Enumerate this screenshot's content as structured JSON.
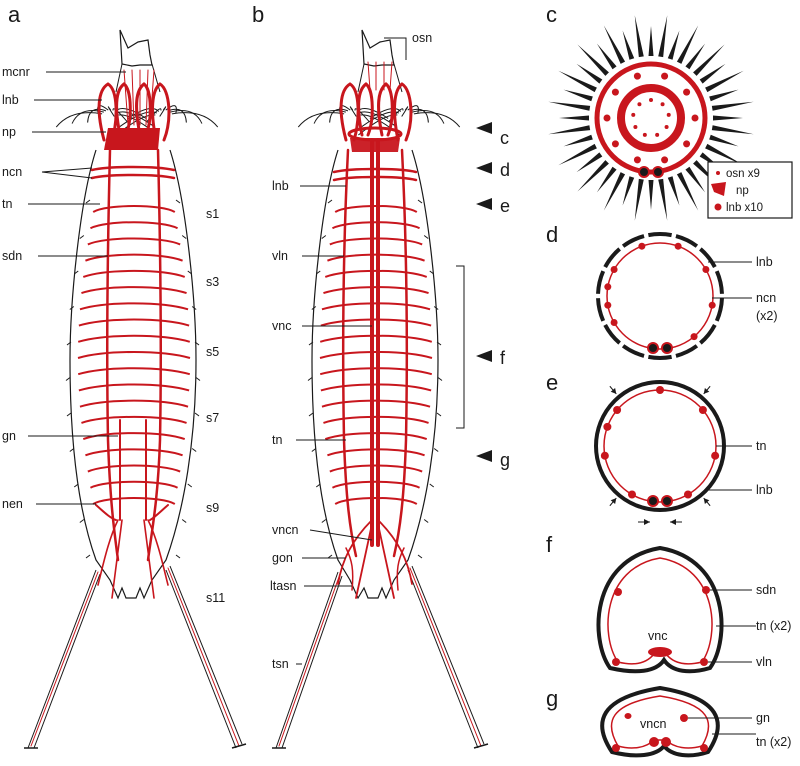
{
  "panels": {
    "a": {
      "letter": "a",
      "labels": {
        "mcnr": "mcnr",
        "lnb": "lnb",
        "np": "np",
        "ncn": "ncn",
        "tn": "tn",
        "sdn": "sdn",
        "gn": "gn",
        "nen": "nen"
      },
      "segments": {
        "s1": "s1",
        "s3": "s3",
        "s5": "s5",
        "s7": "s7",
        "s9": "s9",
        "s11": "s11"
      }
    },
    "b": {
      "letter": "b",
      "labels": {
        "osn": "osn",
        "lnb": "lnb",
        "vln": "vln",
        "vnc": "vnc",
        "tn": "tn",
        "vncn": "vncn",
        "gon": "gon",
        "ltasn": "ltasn",
        "tsn": "tsn"
      },
      "section_markers": {
        "c": "c",
        "d": "d",
        "e": "e",
        "f": "f",
        "g": "g"
      }
    },
    "c": {
      "letter": "c",
      "legend": [
        {
          "symbol": "dot-small",
          "text": "osn x9"
        },
        {
          "symbol": "block",
          "text": "np"
        },
        {
          "symbol": "dot-large",
          "text": "lnb x10"
        }
      ]
    },
    "d": {
      "letter": "d",
      "labels": {
        "lnb": "lnb",
        "ncn": "ncn",
        "ncn_mult": "(x2)"
      }
    },
    "e": {
      "letter": "e",
      "labels": {
        "tn": "tn",
        "lnb": "lnb"
      }
    },
    "f": {
      "letter": "f",
      "labels": {
        "sdn": "sdn",
        "tn": "tn (x2)",
        "vnc": "vnc",
        "vln": "vln"
      }
    },
    "g": {
      "letter": "g",
      "labels": {
        "gn": "gn",
        "tn": "tn (x2)",
        "vncn": "vncn"
      }
    }
  },
  "colors": {
    "nerve": "#c8161d",
    "outline": "#1a1a1a",
    "background": "#ffffff"
  }
}
